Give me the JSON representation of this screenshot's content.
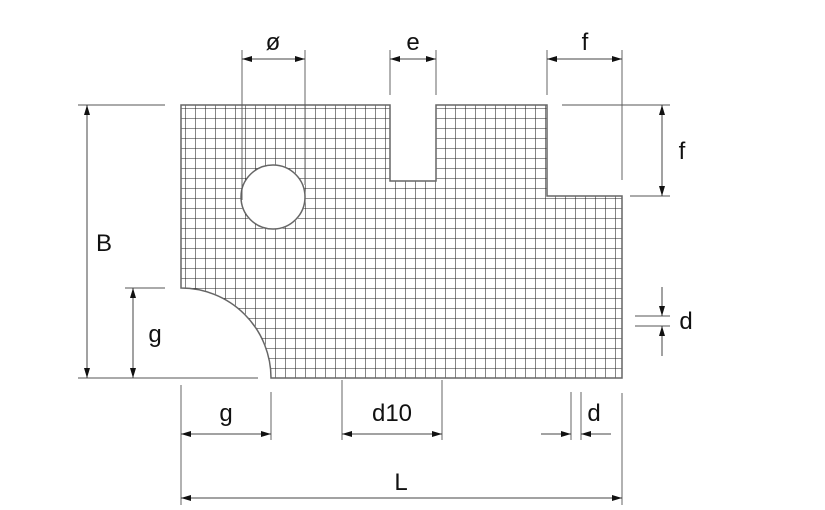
{
  "labels": {
    "diameter": "ø",
    "notch_width": "e",
    "corner_width": "f",
    "corner_height": "f",
    "height": "B",
    "radius_vertical": "g",
    "radius_horizontal": "g",
    "mesh_vertical": "d",
    "mesh_horizontal": "d",
    "ten_mesh": "d10",
    "length": "L"
  },
  "colors": {
    "line": "#333333",
    "mesh": "#222222",
    "background": "#ffffff"
  }
}
